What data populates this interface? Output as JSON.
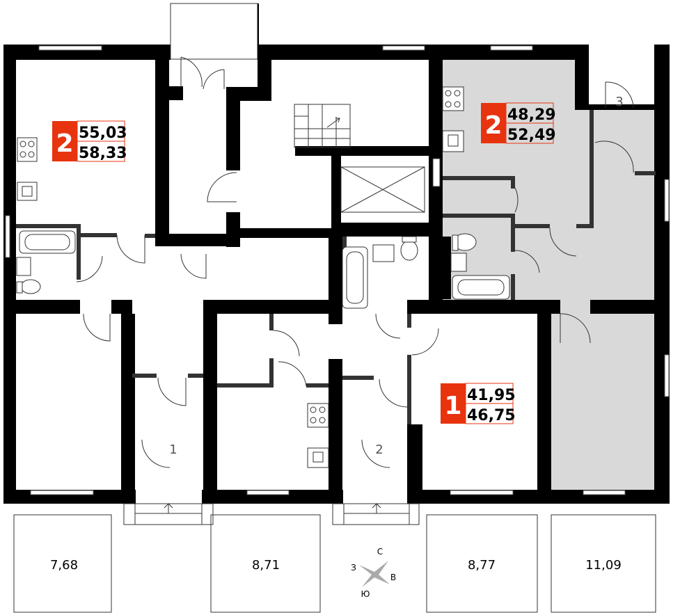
{
  "colors": {
    "accent_red": "#e8330f",
    "highlight_gray": "#d9d9d9",
    "wall": "#000000"
  },
  "apartments": [
    {
      "rooms": "2",
      "living_area": "55,03",
      "total_area": "58,33"
    },
    {
      "rooms": "2",
      "living_area": "48,29",
      "total_area": "52,49"
    },
    {
      "rooms": "1",
      "living_area": "41,95",
      "total_area": "46,75"
    }
  ],
  "entrances": [
    "1",
    "2",
    "3"
  ],
  "terraces": [
    "7,68",
    "8,71",
    "8,77",
    "11,09"
  ],
  "compass": {
    "north": "С",
    "east": "В",
    "south": "Ю",
    "west": "З"
  }
}
